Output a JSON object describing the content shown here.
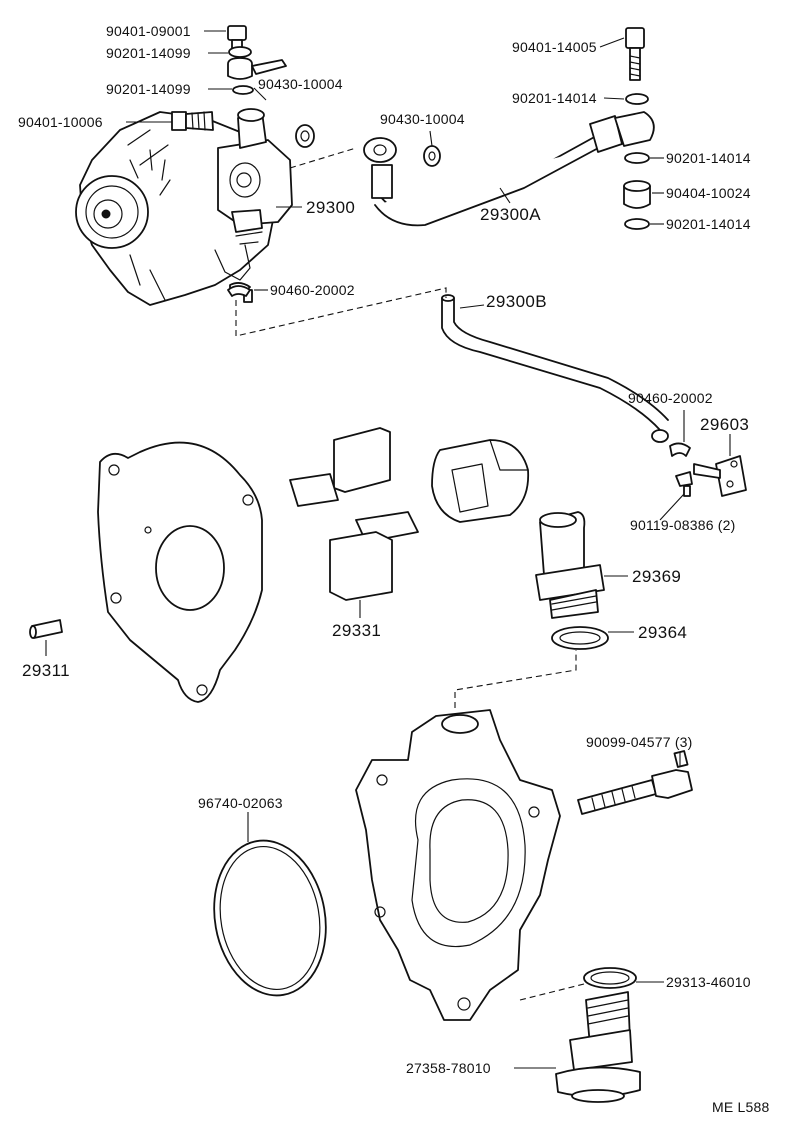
{
  "diagram": {
    "code": "ME L588",
    "labels": {
      "p90401_09001": "90401-09001",
      "p90201_14099_a": "90201-14099",
      "p90201_14099_b": "90201-14099",
      "p90430_10004_a": "90430-10004",
      "p90401_10006": "90401-10006",
      "p90430_10004_b": "90430-10004",
      "p90401_14005": "90401-14005",
      "p90201_14014_a": "90201-14014",
      "p90201_14014_b": "90201-14014",
      "p90404_10024": "90404-10024",
      "p90201_14014_c": "90201-14014",
      "p29300": "29300",
      "p29300A": "29300A",
      "p90460_20002_a": "90460-20002",
      "p29300B": "29300B",
      "p90460_20002_b": "90460-20002",
      "p29603": "29603",
      "p90119_08386": "90119-08386 (2)",
      "p29369": "29369",
      "p29331": "29331",
      "p29364": "29364",
      "p29311": "29311",
      "p90099_04577": "90099-04577 (3)",
      "p96740_02063": "96740-02063",
      "p29313_46010": "29313-46010",
      "p27358_78010": "27358-78010"
    }
  }
}
